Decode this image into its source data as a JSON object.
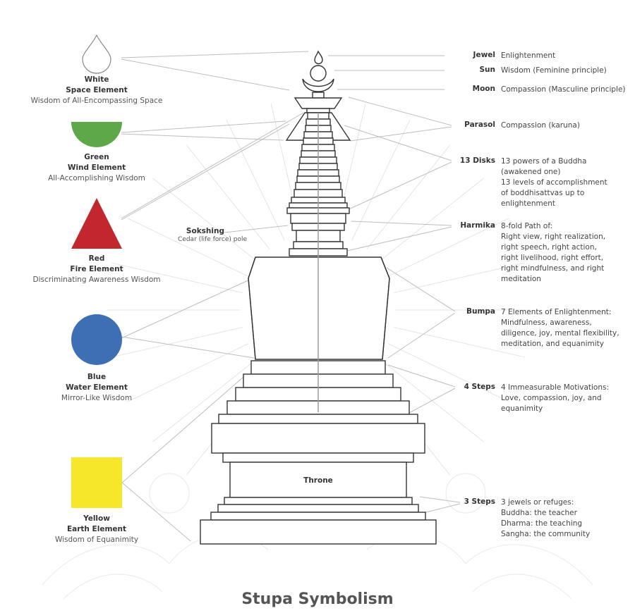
{
  "elements": [
    {
      "key": "white",
      "name": "White",
      "element": "Space Element",
      "wisdom": "Wisdom of All-Encompassing Space",
      "color": "#ffffff"
    },
    {
      "key": "green",
      "name": "Green",
      "element": "Wind Element",
      "wisdom": "All-Accomplishing Wisdom",
      "color": "#5fa84a"
    },
    {
      "key": "red",
      "name": "Red",
      "element": "Fire Element",
      "wisdom": "Discriminating Awareness Wisdom",
      "color": "#c1272d"
    },
    {
      "key": "blue",
      "name": "Blue",
      "element": "Water Element",
      "wisdom": "Mirror-Like Wisdom",
      "color": "#3e6fb5"
    },
    {
      "key": "yellow",
      "name": "Yellow",
      "element": "Earth Element",
      "wisdom": "Wisdom of Equanimity",
      "color": "#f7e72a"
    }
  ],
  "parts": [
    {
      "name": "Jewel",
      "desc": [
        "Enlightenment"
      ]
    },
    {
      "name": "Sun",
      "desc": [
        "Wisdom (Feminine principle)"
      ]
    },
    {
      "name": "Moon",
      "desc": [
        "Compassion (Masculine principle)"
      ]
    },
    {
      "name": "Parasol",
      "desc": [
        "Compassion (karuna)"
      ]
    },
    {
      "name": "13 Disks",
      "desc": [
        "13 powers of a Buddha",
        "(awakened one)",
        "13 levels of accomplishment",
        "of boddhisattvas up to",
        "enlightenment"
      ]
    },
    {
      "name": "Harmika",
      "desc": [
        "8-fold Path of:",
        "Right view, right realization,",
        "right speech, right action,",
        "right livelihood, right effort,",
        "right mindfulness, and right",
        "meditation"
      ]
    },
    {
      "name": "Bumpa",
      "desc": [
        "7 Elements of Enlightenment:",
        "Mindfulness, awareness,",
        "diligence, joy, mental flexibility,",
        "meditation, and equanimity"
      ]
    },
    {
      "name": "4 Steps",
      "desc": [
        "4 Immeasurable Motivations:",
        "Love, compassion, joy, and",
        "equanimity"
      ]
    },
    {
      "name": "3 Steps",
      "desc": [
        "3 jewels or refuges:",
        "Buddha: the teacher",
        "Dharma: the teaching",
        "Sangha: the community"
      ]
    }
  ],
  "sokshing": {
    "title": "Sokshing",
    "sub": "Cedar (life force) pole"
  },
  "throne": "Throne",
  "title": "Stupa Symbolism"
}
